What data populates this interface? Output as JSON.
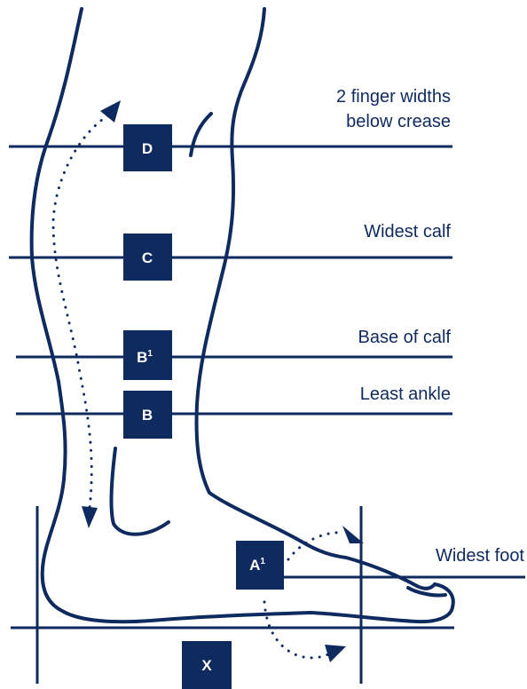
{
  "colors": {
    "navy": "#0f2a5f",
    "background": "#ffffff",
    "box_text": "#ffffff"
  },
  "labels": {
    "d_line1": "2 finger widths",
    "d_line2": "below crease",
    "c": "Widest calf",
    "b1": "Base of calf",
    "b": "Least ankle",
    "a1": "Widest foot"
  },
  "boxes": {
    "d": "D",
    "c": "C",
    "b1": "B",
    "b1_sup": "1",
    "b": "B",
    "a1": "A",
    "a1_sup": "1",
    "x": "X"
  }
}
